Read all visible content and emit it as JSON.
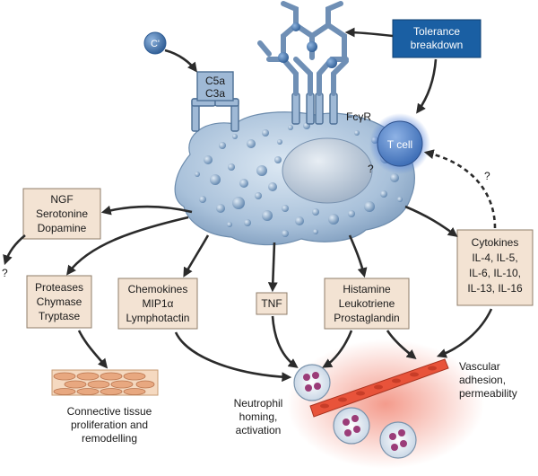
{
  "labels": {
    "complement": "C'",
    "c5a": "C5a",
    "c3a": "C3a",
    "fcgr": "FcγR",
    "tolerance": [
      "Tolerance",
      "breakdown"
    ],
    "t_cell": "T cell",
    "question": "?",
    "ngf_box": [
      "NGF",
      "Serotonine",
      "Dopamine"
    ],
    "proteases_box": [
      "Proteases",
      "Chymase",
      "Tryptase"
    ],
    "chemokines_box": [
      "Chemokines",
      "MIP1α",
      "Lymphotactin"
    ],
    "tnf_box": [
      "TNF"
    ],
    "histamine_box": [
      "Histamine",
      "Leukotriene",
      "Prostaglandin"
    ],
    "cytokines_box": [
      "Cytokines",
      "IL-4, IL-5,",
      "IL-6, IL-10,",
      "IL-13, IL-16"
    ],
    "connective": [
      "Connective tissue",
      "proliferation and",
      "remodelling"
    ],
    "neutrophil": [
      "Neutrophil",
      "homing,",
      "activation"
    ],
    "vascular": [
      "Vascular",
      "adhesion,",
      "permeability"
    ]
  },
  "colors": {
    "tolerance_box": "#1a5fa3",
    "text_box": "#f3e3d3",
    "mast_cell": "#b3c9de",
    "vessel": "#e8533a"
  }
}
